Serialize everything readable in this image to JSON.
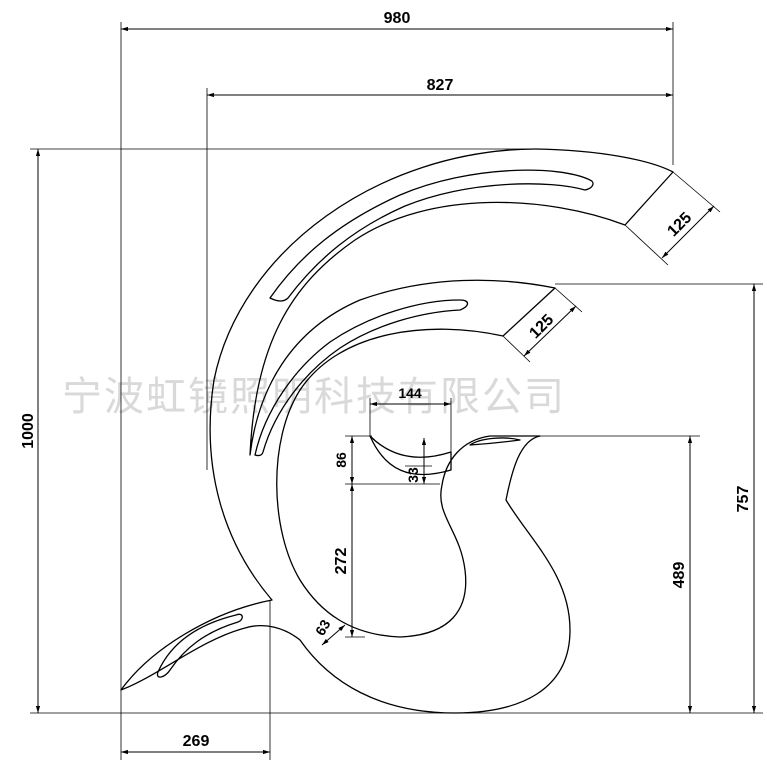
{
  "dimensions": {
    "overall_width": "980",
    "upper_width": "827",
    "overall_height": "1000",
    "right_height": "757",
    "inner_height": "489",
    "bottom_width": "269",
    "upper_band_width": "125",
    "middle_band_width": "125",
    "head_width": "144",
    "head_height": "86",
    "beak_gap": "33",
    "neck_height": "272",
    "neck_thickness": "63"
  },
  "watermark": "宁波虹镜照明科技有限公司"
}
